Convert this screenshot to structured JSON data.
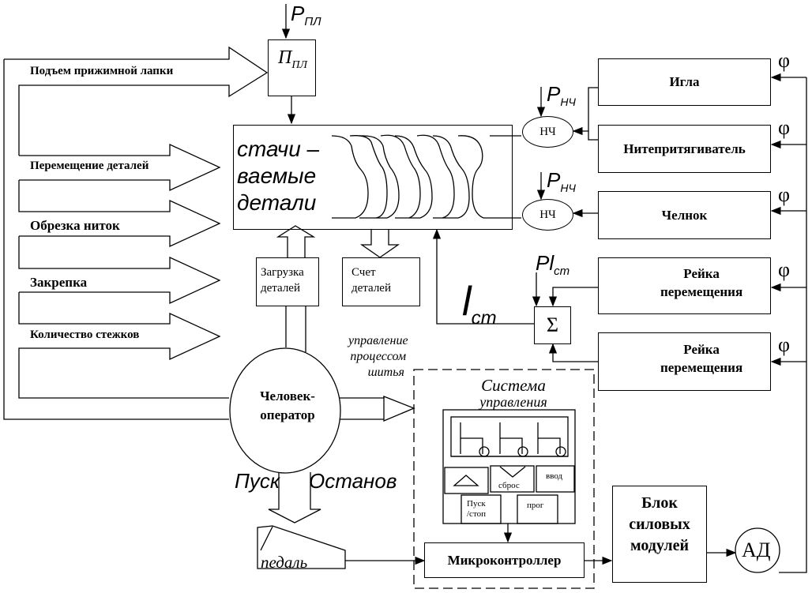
{
  "labels": {
    "p_pl_in": "P",
    "p_pl_in_sub": "ПЛ",
    "p_pl_block": "П",
    "p_pl_block_sub": "ПЛ",
    "lift": "Подъем прижимной лапки",
    "move": "Перемещение деталей",
    "cut": "Обрезка ниток",
    "tack": "Закрепка",
    "count": "Количество стежков",
    "sewn1": "стачи –",
    "sewn2": "ваемые",
    "sewn3": "детали",
    "needle": "Игла",
    "takeup": "Нитепритягиватель",
    "shuttle": "Челнок",
    "rail1a": "Рейка",
    "rail1b": "перемещения",
    "rail2a": "Рейка",
    "rail2b": "перемещения",
    "phi": "φ",
    "nch": "НЧ",
    "p_nch": "P",
    "p_nch_sub": "НЧ",
    "pl_st": "Pl",
    "pl_st_sub": "ст",
    "sigma": "Σ",
    "l_st": "l",
    "l_st_sub": "ст",
    "load1": "Загрузка",
    "load2": "деталей",
    "cnt1": "Счет",
    "cnt2": "деталей",
    "ctrl1": "управление",
    "ctrl2": "процессом",
    "ctrl3": "шитья",
    "op1": "Человек-",
    "op2": "оператор",
    "sys1": "Система",
    "sys2": "управления",
    "reset": "сброс",
    "enter": "ввод",
    "startstop1": "Пуск",
    "startstop2": "/стоп",
    "prog": "прог",
    "start": "Пуск",
    "stop": "Останов",
    "pedal": "педаль",
    "mcu": "Микроконтроллер",
    "power1": "Блок",
    "power2": "силовых",
    "power3": "модулей",
    "motor": "АД"
  }
}
